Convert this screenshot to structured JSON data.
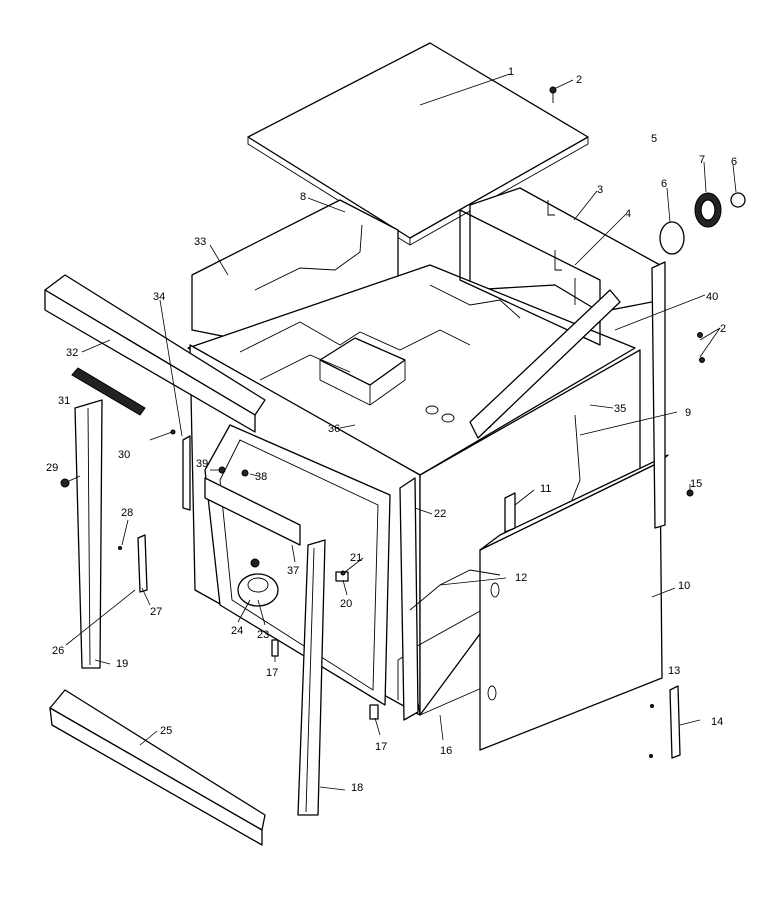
{
  "diagram": {
    "callouts": [
      {
        "id": "c1",
        "label": "1"
      },
      {
        "id": "c2a",
        "label": "2"
      },
      {
        "id": "c2b",
        "label": "2"
      },
      {
        "id": "c3",
        "label": "3"
      },
      {
        "id": "c4",
        "label": "4"
      },
      {
        "id": "c5",
        "label": "5"
      },
      {
        "id": "c6a",
        "label": "6"
      },
      {
        "id": "c6b",
        "label": "6"
      },
      {
        "id": "c7",
        "label": "7"
      },
      {
        "id": "c8",
        "label": "8"
      },
      {
        "id": "c9",
        "label": "9"
      },
      {
        "id": "c10",
        "label": "10"
      },
      {
        "id": "c11",
        "label": "11"
      },
      {
        "id": "c12",
        "label": "12"
      },
      {
        "id": "c13",
        "label": "13"
      },
      {
        "id": "c14",
        "label": "14"
      },
      {
        "id": "c15",
        "label": "15"
      },
      {
        "id": "c16",
        "label": "16"
      },
      {
        "id": "c17a",
        "label": "17"
      },
      {
        "id": "c17b",
        "label": "17"
      },
      {
        "id": "c18",
        "label": "18"
      },
      {
        "id": "c19",
        "label": "19"
      },
      {
        "id": "c20",
        "label": "20"
      },
      {
        "id": "c21",
        "label": "21"
      },
      {
        "id": "c22",
        "label": "22"
      },
      {
        "id": "c23",
        "label": "23"
      },
      {
        "id": "c24",
        "label": "24"
      },
      {
        "id": "c25",
        "label": "25"
      },
      {
        "id": "c26",
        "label": "26"
      },
      {
        "id": "c27",
        "label": "27"
      },
      {
        "id": "c28",
        "label": "28"
      },
      {
        "id": "c29",
        "label": "29"
      },
      {
        "id": "c30",
        "label": "30"
      },
      {
        "id": "c31",
        "label": "31"
      },
      {
        "id": "c32",
        "label": "32"
      },
      {
        "id": "c33",
        "label": "33"
      },
      {
        "id": "c34",
        "label": "34"
      },
      {
        "id": "c35",
        "label": "35"
      },
      {
        "id": "c36",
        "label": "36"
      },
      {
        "id": "c37",
        "label": "37"
      },
      {
        "id": "c38",
        "label": "38"
      },
      {
        "id": "c39",
        "label": "39"
      },
      {
        "id": "c40",
        "label": "40"
      }
    ]
  }
}
